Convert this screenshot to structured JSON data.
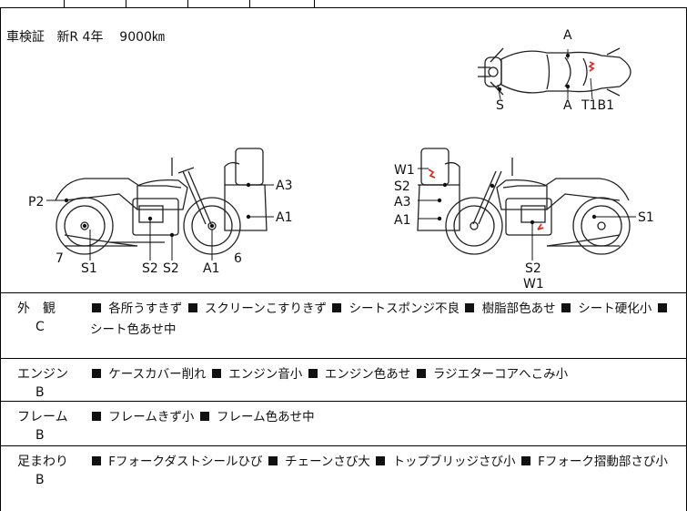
{
  "inspection": {
    "label": "車検証",
    "type": "新R",
    "years": "4年",
    "distance": "9000㎞"
  },
  "top_diagram": {
    "labels": {
      "a_top": "A",
      "s": "S",
      "a_bottom": "A",
      "t1b1": "T1B1"
    }
  },
  "left_bike": {
    "labels": {
      "p2": "P2",
      "a3": "A3",
      "a1": "A1",
      "seven": "7",
      "s1": "S1",
      "s2_a": "S2",
      "s2_b": "S2",
      "a1_bottom": "A1",
      "six": "6"
    }
  },
  "right_bike": {
    "labels": {
      "w1": "W1",
      "s2": "S2",
      "a3": "A3",
      "a1": "A1",
      "s1": "S1",
      "s2_bottom": "S2",
      "w1_bottom": "W1"
    }
  },
  "rows": [
    {
      "label": "外　観",
      "grade": "C",
      "items": [
        "各所うすきず",
        "スクリーンこすりきず",
        "シートスポンジ不良",
        "樹脂部色あせ",
        "シート硬化小",
        "シート色あせ中"
      ]
    },
    {
      "label": "エンジン",
      "grade": "B",
      "items": [
        "ケースカバー削れ",
        "エンジン音小",
        "エンジン色あせ",
        "ラジエターコアへこみ小"
      ]
    },
    {
      "label": "フレーム",
      "grade": "B",
      "items": [
        "フレームきず小",
        "フレーム色あせ中"
      ]
    },
    {
      "label": "足まわり",
      "grade": "B",
      "items": [
        "Fフォークダストシールひび",
        "チェーンさび大",
        "トップブリッジさび小",
        "Fフォーク摺動部さび小"
      ]
    }
  ],
  "colors": {
    "damage_mark": "#d8302a"
  }
}
